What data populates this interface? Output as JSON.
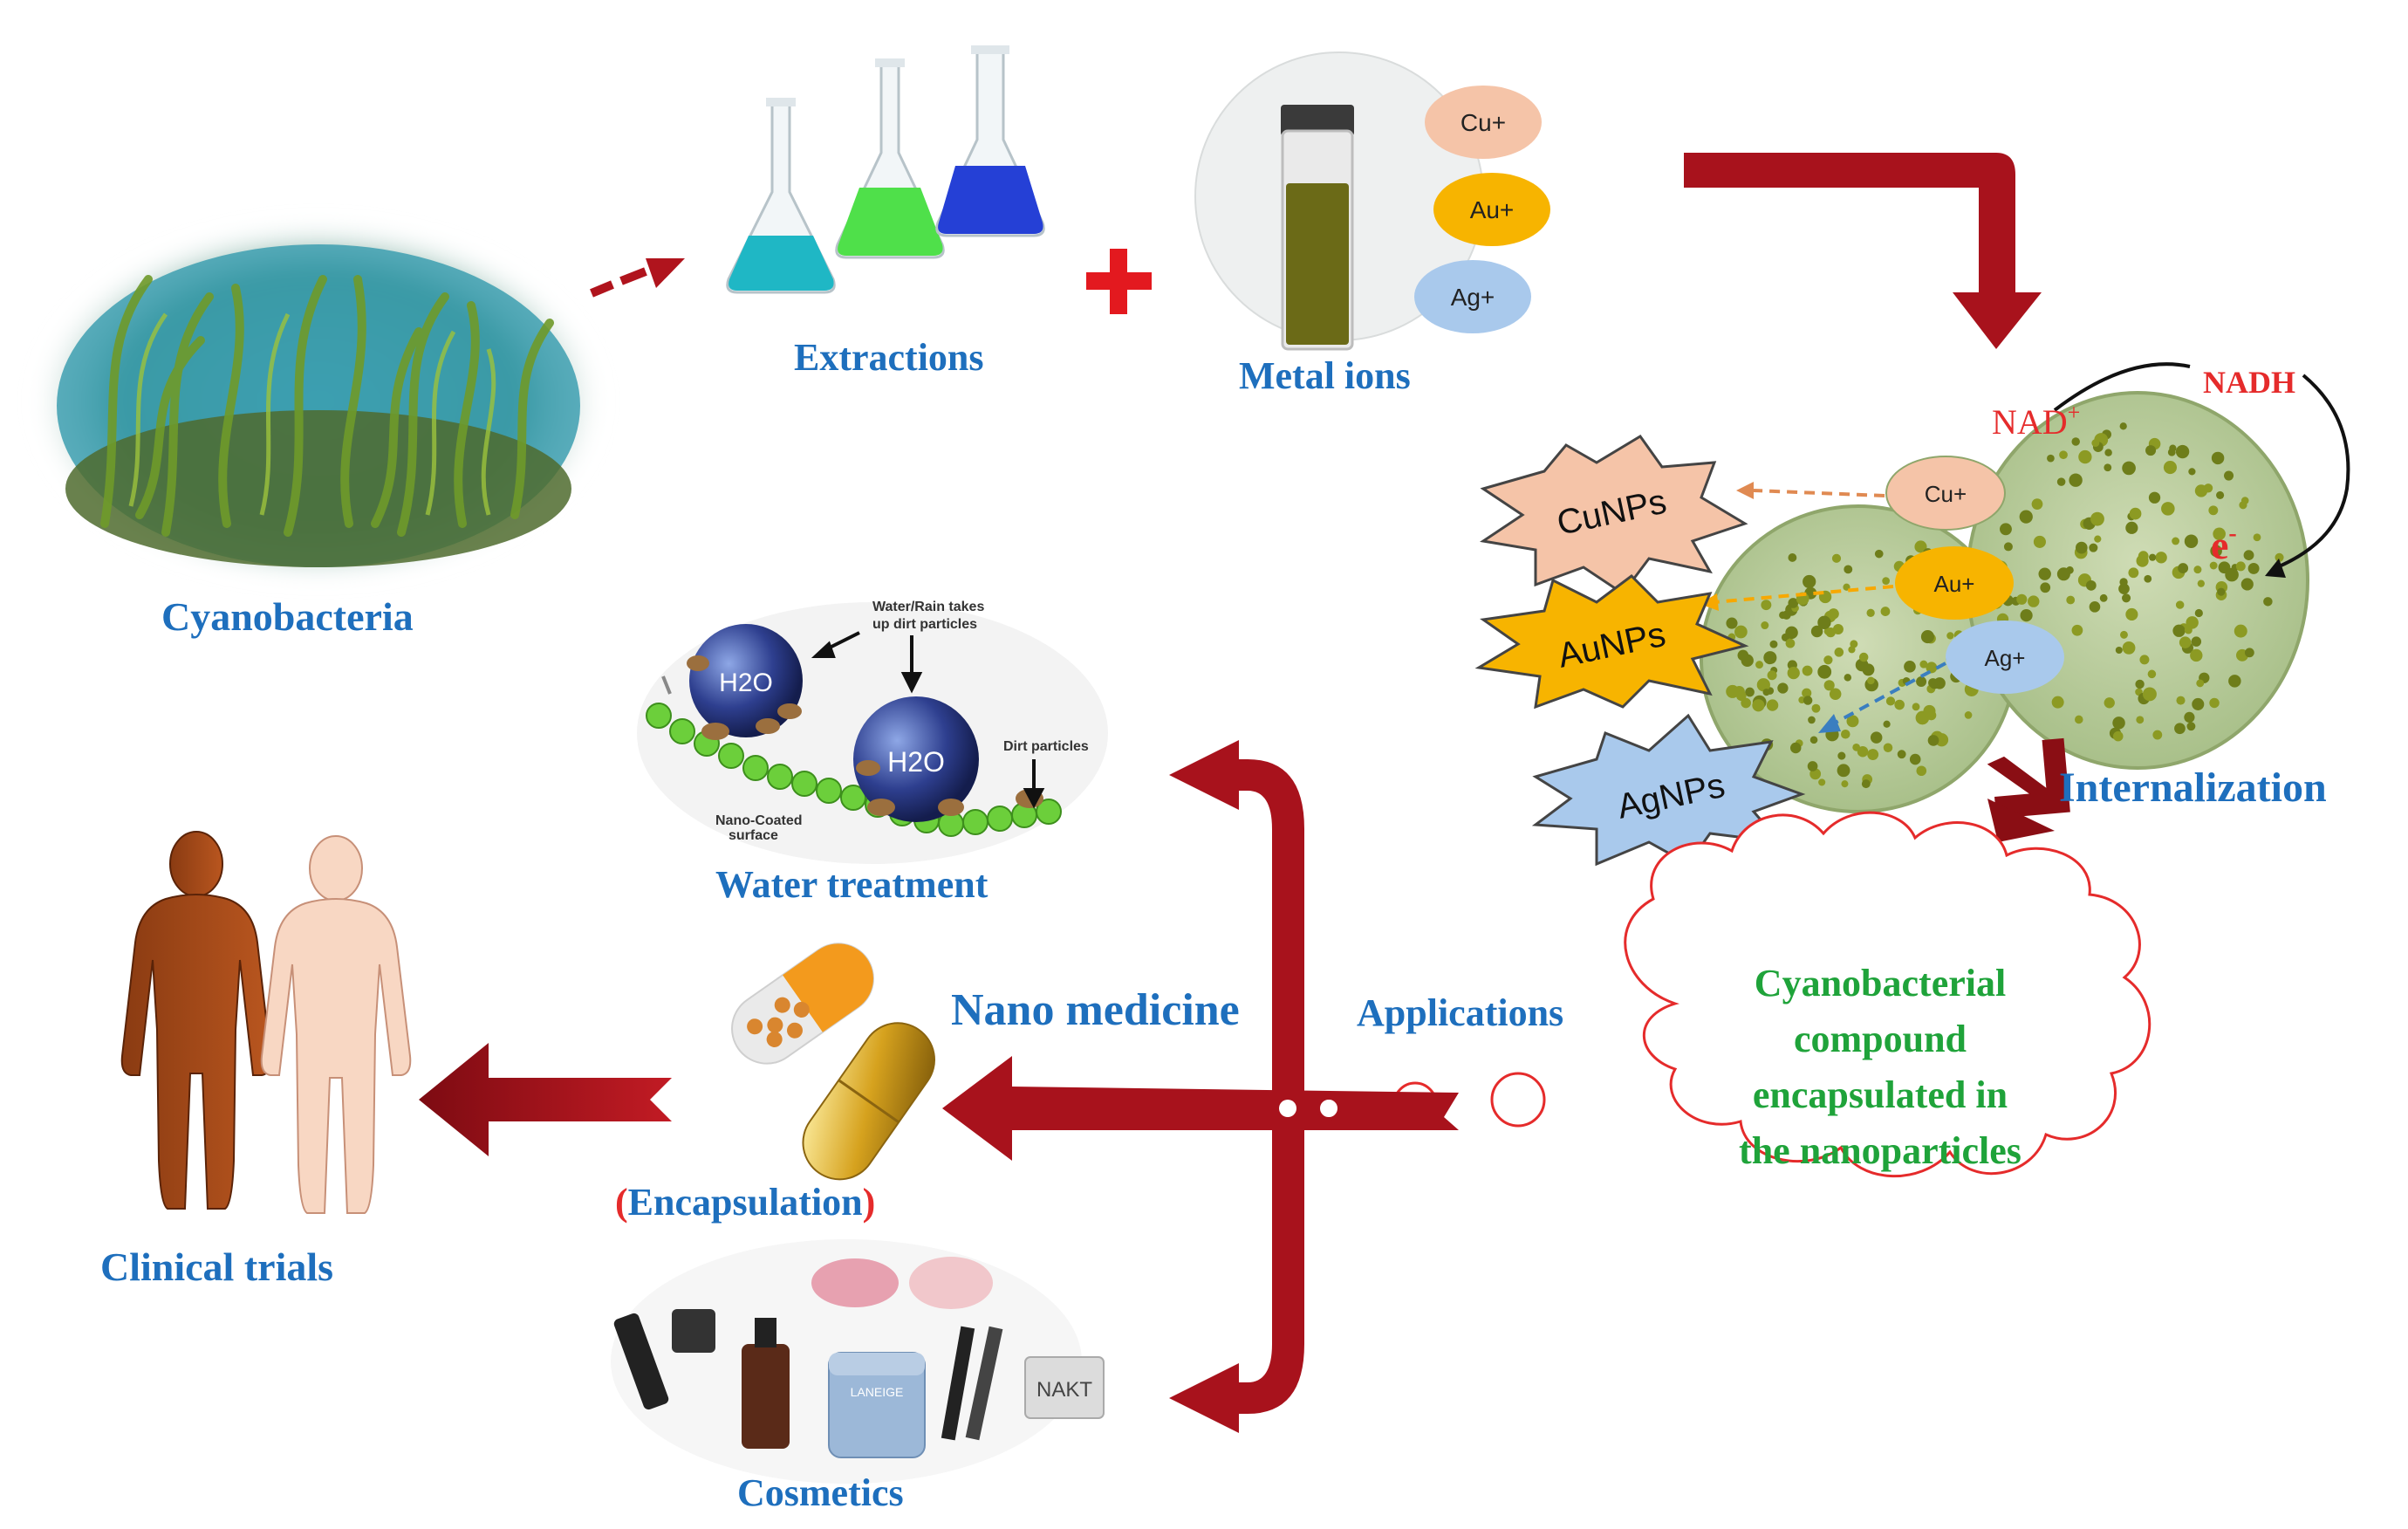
{
  "labels": {
    "cyanobacteria": "Cyanobacteria",
    "extractions": "Extractions",
    "metal_ions": "Metal ions",
    "internalization": "Internalization",
    "water_treatment": "Water treatment",
    "nano_medicine": "Nano medicine",
    "applications": "Applications",
    "encapsulation_open": "(",
    "encapsulation_word": "Encapsulation",
    "encapsulation_close": ")",
    "clinical_trials": "Clinical trials",
    "cosmetics": "Cosmetics"
  },
  "cloud": {
    "lines": [
      "Cyanobacterial",
      "compound",
      "encapsulated in",
      "the nanoparticles"
    ]
  },
  "vial_ions": [
    "Cu+",
    "Au+",
    "Ag+"
  ],
  "cell_ions": [
    "Cu+",
    "Au+",
    "Ag+"
  ],
  "nanoparticles": [
    "CuNPs",
    "AuNPs",
    "AgNPs"
  ],
  "cofactors": {
    "nad": "NAD",
    "nad_sup": "+",
    "nadh": "NADH",
    "electron": "e",
    "electron_sup": "-"
  },
  "water": {
    "molecule": "H2O",
    "note_1": "Water/Rain takes",
    "note_2": "up dirt particles",
    "dirt": "Dirt particles",
    "surface_1": "Nano-Coated",
    "surface_2": "surface"
  },
  "cosmetics_brands": [
    "LANEIGE",
    "NAKT"
  ],
  "colors": {
    "arrow_red": "#a8121c",
    "label_blue": "#1e6fbd",
    "label_green": "#1fa33a",
    "cloud_red": "#e52b2b",
    "cu": "#f5c4a8",
    "au": "#f7b400",
    "ag": "#a9c9ec"
  }
}
